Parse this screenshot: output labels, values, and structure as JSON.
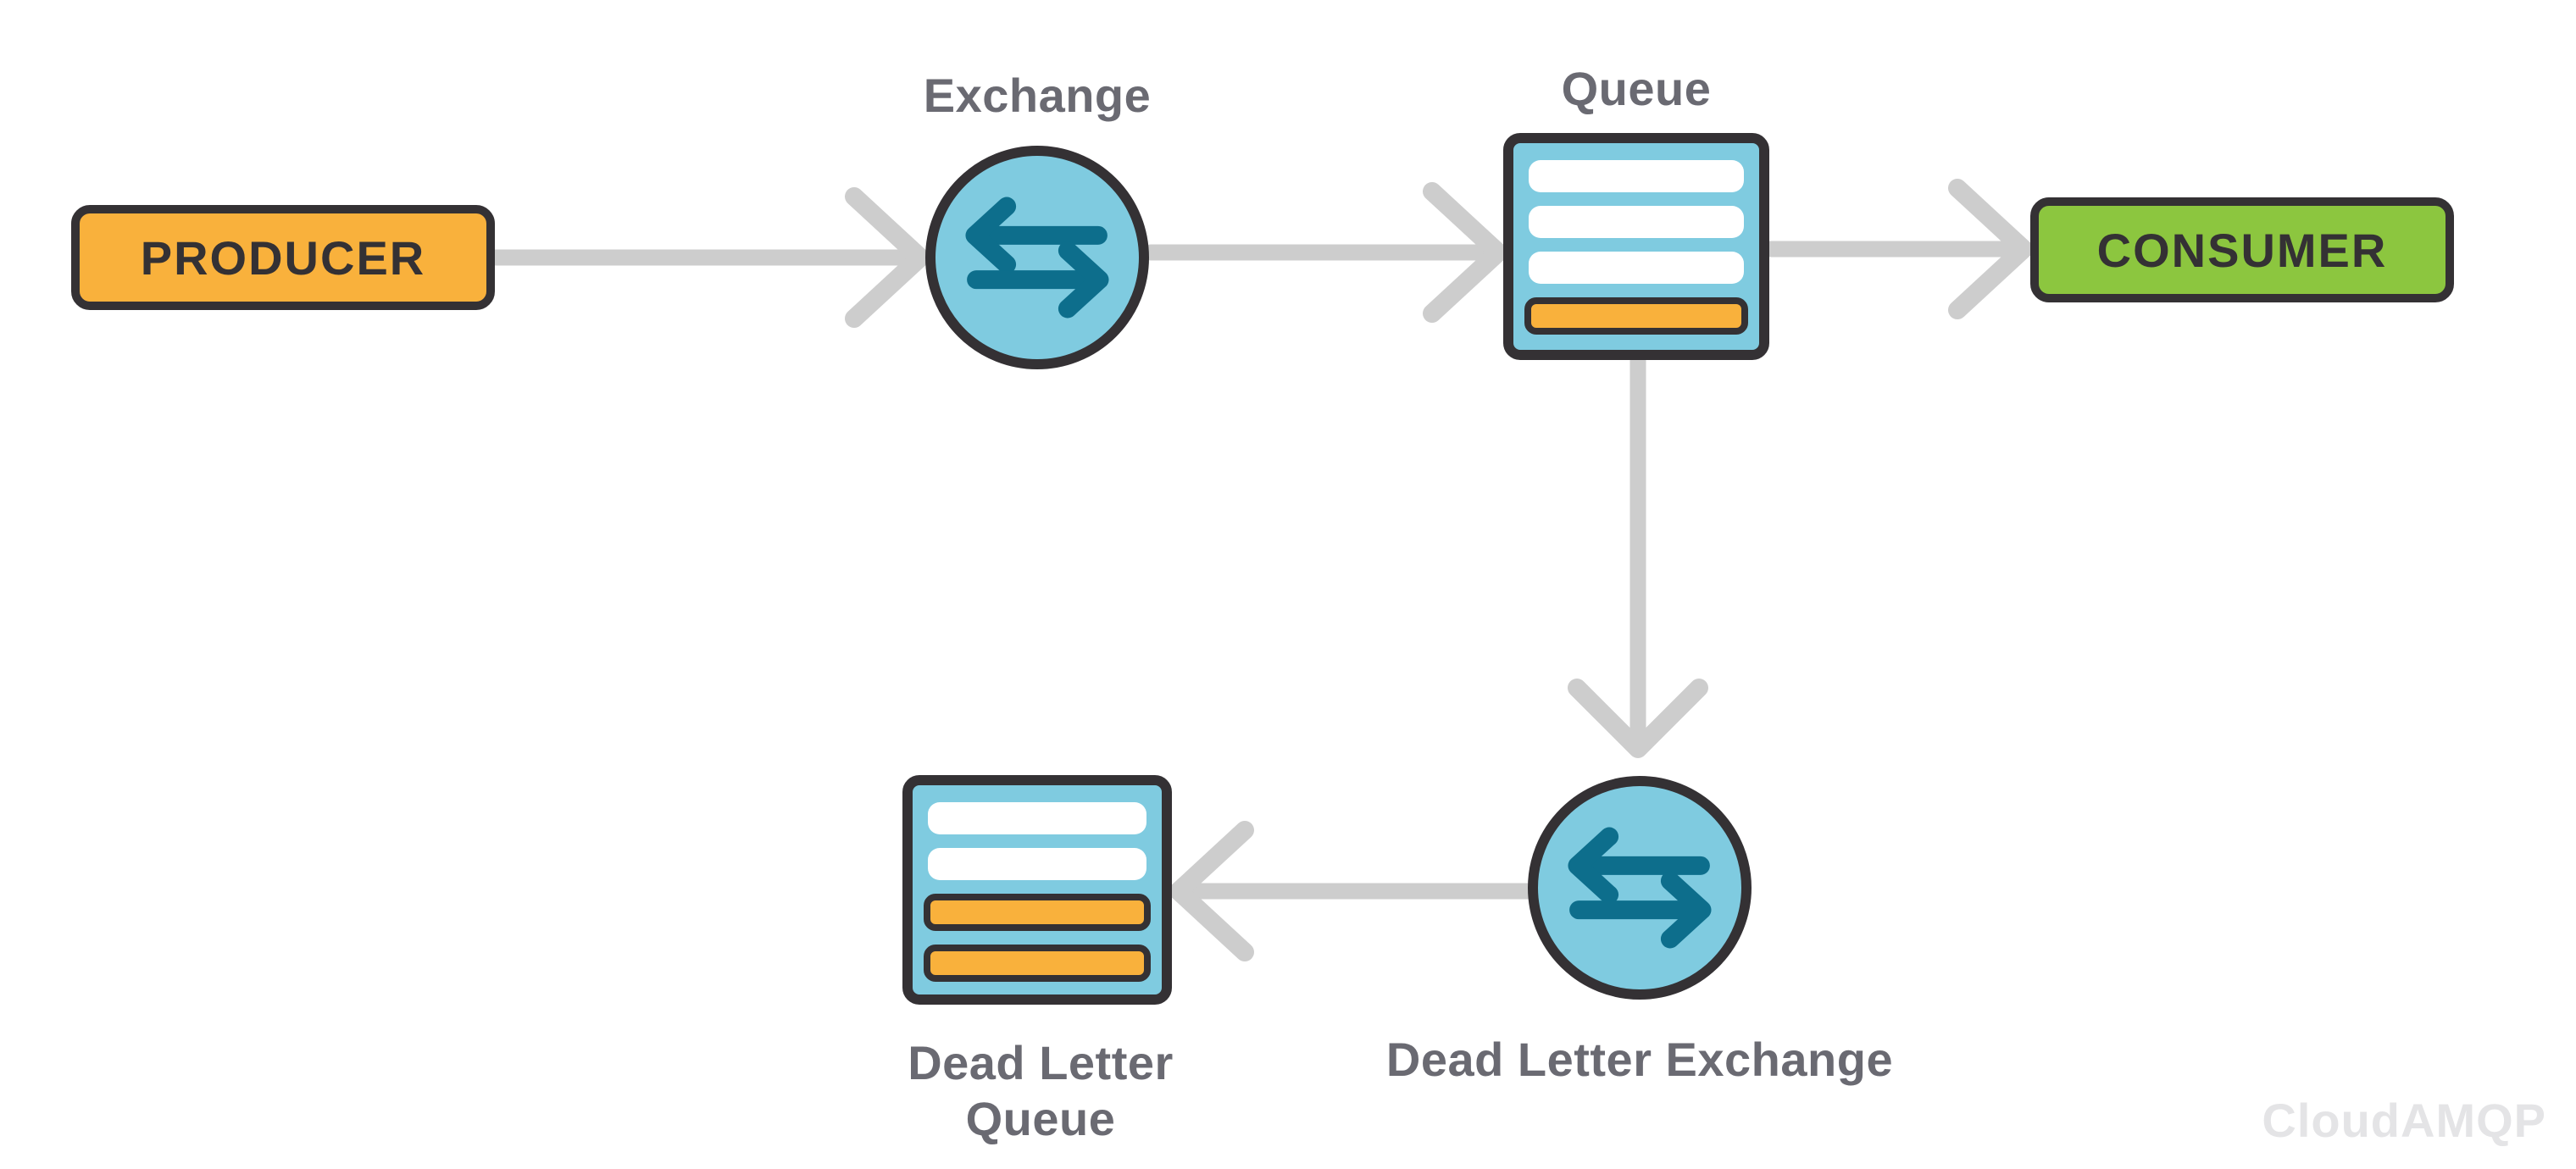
{
  "watermark": "CloudAMQP",
  "colors": {
    "node_orange": "#F9B13C",
    "node_green": "#8CC63F",
    "node_blue": "#7FCBE0",
    "icon_teal": "#0D6E8C",
    "outline_dark": "#343134",
    "label_gray": "#6A6A72",
    "arrow_gray": "#CDCDCD",
    "bar_white": "#FFFFFF",
    "watermark_gray": "#E4E4E6"
  },
  "nodes": {
    "producer": {
      "label": "PRODUCER",
      "type": "endpoint"
    },
    "exchange": {
      "label": "Exchange",
      "type": "exchange",
      "icon": "exchange-arrows-icon"
    },
    "queue": {
      "label": "Queue",
      "type": "queue",
      "bars": [
        "white",
        "white",
        "white",
        "orange"
      ]
    },
    "consumer": {
      "label": "CONSUMER",
      "type": "endpoint"
    },
    "dead_letter_exchange": {
      "label": "Dead Letter Exchange",
      "type": "exchange",
      "icon": "exchange-arrows-icon"
    },
    "dead_letter_queue": {
      "label": "Dead Letter Queue",
      "type": "queue",
      "bars": [
        "white",
        "white",
        "orange",
        "orange"
      ]
    }
  },
  "edges": [
    {
      "from": "producer",
      "to": "exchange"
    },
    {
      "from": "exchange",
      "to": "queue"
    },
    {
      "from": "queue",
      "to": "consumer"
    },
    {
      "from": "queue",
      "to": "dead_letter_exchange"
    },
    {
      "from": "dead_letter_exchange",
      "to": "dead_letter_queue"
    }
  ]
}
